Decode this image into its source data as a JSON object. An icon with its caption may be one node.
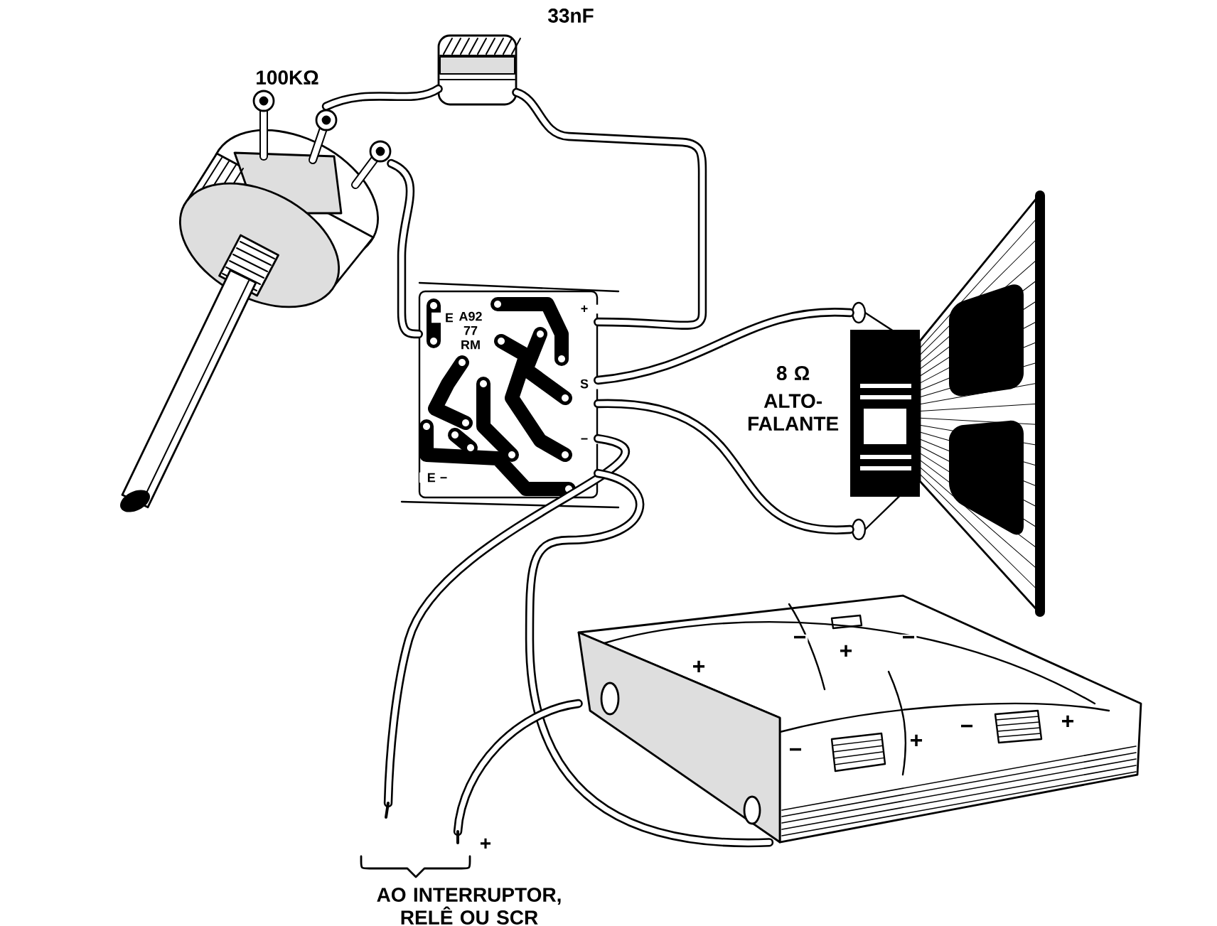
{
  "diagram": {
    "nodes": [
      {
        "text": [],
        "shape": "picture",
        "beside": [
          "100KΩ"
        ]
      },
      {
        "text": [],
        "shape": "picture",
        "beside": [
          "33nF"
        ]
      },
      {
        "text": [
          "E",
          "A92 77 RM",
          "+",
          "S",
          "−",
          "E −"
        ]
      },
      {
        "text": [],
        "shape": "picture",
        "beside": [
          "8 Ω",
          "ALTO-FALANTE"
        ]
      },
      {
        "text": [
          "+",
          "−",
          "+",
          "−",
          "−",
          "+",
          "−",
          "+"
        ]
      }
    ],
    "edges": [
      {
        "from": 0,
        "to": 2,
        "arrow": "none"
      },
      {
        "from": 0,
        "to": 1,
        "arrow": "none"
      },
      {
        "from": 1,
        "to": 2,
        "arrow": "none"
      },
      {
        "from": 2,
        "to": 3,
        "arrow": "none"
      },
      {
        "from": 2,
        "to": 3,
        "arrow": "none"
      },
      {
        "from": 2,
        "to": null,
        "arrow": "none"
      },
      {
        "from": 2,
        "to": 4,
        "arrow": "none"
      },
      {
        "from": 4,
        "to": null,
        "arrow": "none"
      }
    ],
    "labels": [
      "+",
      "AO INTERRUPTOR, RELÊ OU SCR"
    ]
  }
}
